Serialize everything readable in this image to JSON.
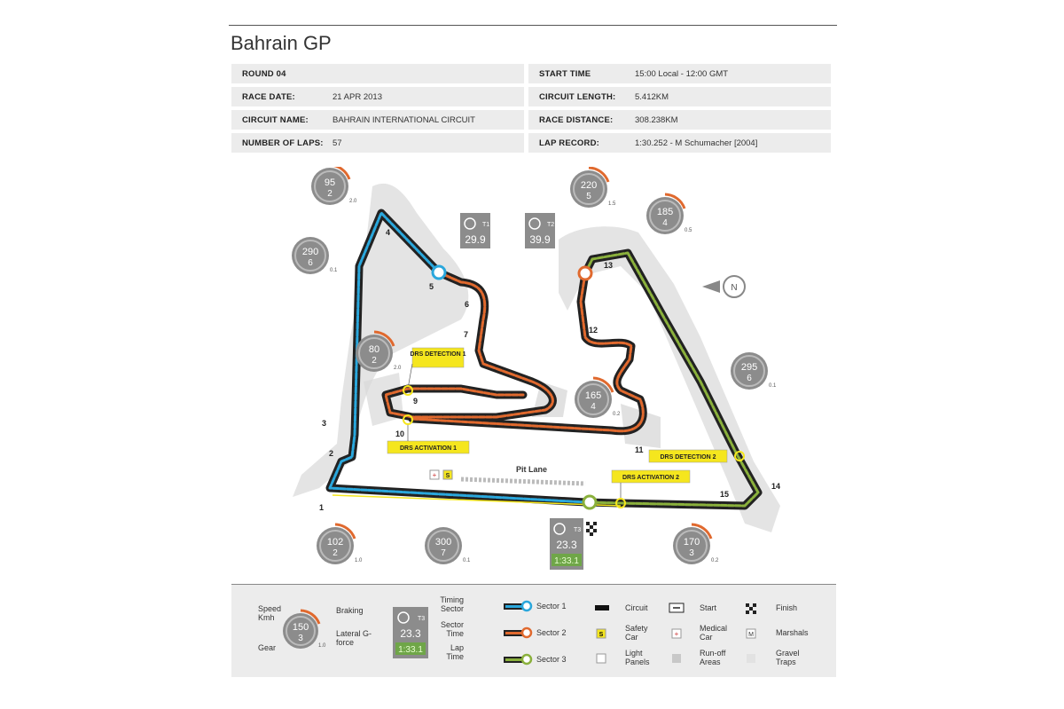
{
  "title": "Bahrain GP",
  "info_left": [
    {
      "key": "ROUND 04",
      "value": ""
    },
    {
      "key": "RACE DATE:",
      "value": "21 APR 2013"
    },
    {
      "key": "CIRCUIT NAME:",
      "value": "BAHRAIN INTERNATIONAL CIRCUIT"
    },
    {
      "key": "NUMBER OF LAPS:",
      "value": "57"
    }
  ],
  "info_right": [
    {
      "key": "START TIME",
      "value": "15:00 Local - 12:00 GMT"
    },
    {
      "key": "CIRCUIT LENGTH:",
      "value": "5.412KM"
    },
    {
      "key": "RACE DISTANCE:",
      "value": "308.238KM"
    },
    {
      "key": "LAP RECORD:",
      "value": "1:30.252 - M Schumacher [2004]"
    }
  ],
  "gauges": [
    {
      "id": "g1",
      "speed": "95",
      "gear": "2",
      "g": "2.0"
    },
    {
      "id": "g2",
      "speed": "290",
      "gear": "6",
      "g": "0.1"
    },
    {
      "id": "g3",
      "speed": "80",
      "gear": "2",
      "g": "2.0"
    },
    {
      "id": "g4",
      "speed": "102",
      "gear": "2",
      "g": "1.0"
    },
    {
      "id": "g5",
      "speed": "300",
      "gear": "7",
      "g": "0.1"
    },
    {
      "id": "g6",
      "speed": "220",
      "gear": "5",
      "g": "1.5"
    },
    {
      "id": "g7",
      "speed": "185",
      "gear": "4",
      "g": "0.5"
    },
    {
      "id": "g8",
      "speed": "165",
      "gear": "4",
      "g": "0.2"
    },
    {
      "id": "g9",
      "speed": "295",
      "gear": "6",
      "g": "0.1"
    },
    {
      "id": "g10",
      "speed": "170",
      "gear": "3",
      "g": "0.2"
    }
  ],
  "timing": {
    "t1": {
      "label": "T1",
      "time": "29.9"
    },
    "t2": {
      "label": "T2",
      "time": "39.9"
    },
    "t3": {
      "label": "T3",
      "time": "23.3",
      "lap": "1:33.1"
    }
  },
  "turns": [
    "1",
    "2",
    "3",
    "4",
    "5",
    "6",
    "7",
    "9",
    "10",
    "11",
    "12",
    "13",
    "14",
    "15"
  ],
  "drs": {
    "detection1": "DRS DETECTION 1",
    "activation1": "DRS ACTIVATION 1",
    "detection2": "DRS DETECTION 2",
    "activation2": "DRS ACTIVATION 2"
  },
  "pit_lane": "Pit Lane",
  "compass": "N",
  "legend": {
    "gauge": {
      "speed": "150",
      "gear": "3",
      "g": "1.0",
      "speed_label": "Speed Kmh",
      "braking_label": "Braking",
      "gear_label": "Gear",
      "lateral_label": "Lateral G-force"
    },
    "timing": {
      "label": "T3",
      "time": "23.3",
      "lap": "1:33.1",
      "timing_sector": "Timing Sector",
      "sector_time": "Sector Time",
      "lap_time": "Lap Time"
    },
    "sectors": [
      "Sector 1",
      "Sector 2",
      "Sector 3"
    ],
    "items": [
      {
        "label": "Circuit"
      },
      {
        "label": "Start"
      },
      {
        "label": "Finish"
      },
      {
        "label": "Safety Car"
      },
      {
        "label": "Medical Car"
      },
      {
        "label": "Marshals"
      },
      {
        "label": "Light Panels"
      },
      {
        "label": "Run-off Areas"
      },
      {
        "label": "Gravel Traps"
      }
    ]
  },
  "colors": {
    "sector1": "#2aa7dc",
    "sector2": "#e0692e",
    "sector3": "#8ab03c",
    "drs": "#f5e61e",
    "track": "#222222"
  }
}
